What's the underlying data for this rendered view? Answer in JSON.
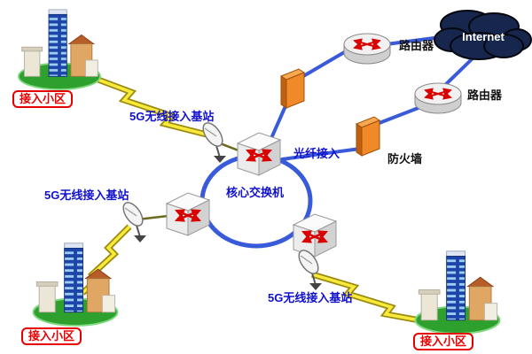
{
  "nodes": {
    "internet": {
      "label": "Internet",
      "icon": "cloud-icon"
    },
    "router_top": {
      "label": "路由器",
      "icon": "router-icon"
    },
    "router_right": {
      "label": "路由器",
      "icon": "router-icon"
    },
    "firewall": {
      "label": "防火墙",
      "icon": "firewall-icon"
    },
    "fiber_access": {
      "label": "光纤接入"
    },
    "core_switch": {
      "label": "核心交换机",
      "icon": "switch-icon"
    },
    "base_station_top": {
      "label": "5G无线接入基站",
      "icon": "satellite-dish-icon"
    },
    "base_station_left": {
      "label": "5G无线接入基站",
      "icon": "satellite-dish-icon"
    },
    "base_station_bottom": {
      "label": "5G无线接入基站",
      "icon": "satellite-dish-icon"
    },
    "community_top_left": {
      "label": "接入小区",
      "icon": "buildings-icon"
    },
    "community_bottom_left": {
      "label": "接入小区",
      "icon": "buildings-icon"
    },
    "community_bottom_right": {
      "label": "接入小区",
      "icon": "buildings-icon"
    }
  },
  "colors": {
    "link_blue": "#3a5bd9",
    "firewall_orange": "#f08a28",
    "lightning_yellow": "#f7ea3a",
    "label_red": "#e80000",
    "label_blue": "#1111cc",
    "cloud_navy": "#17264d",
    "arrow_red": "#d80000",
    "base_green": "#2da02d"
  }
}
